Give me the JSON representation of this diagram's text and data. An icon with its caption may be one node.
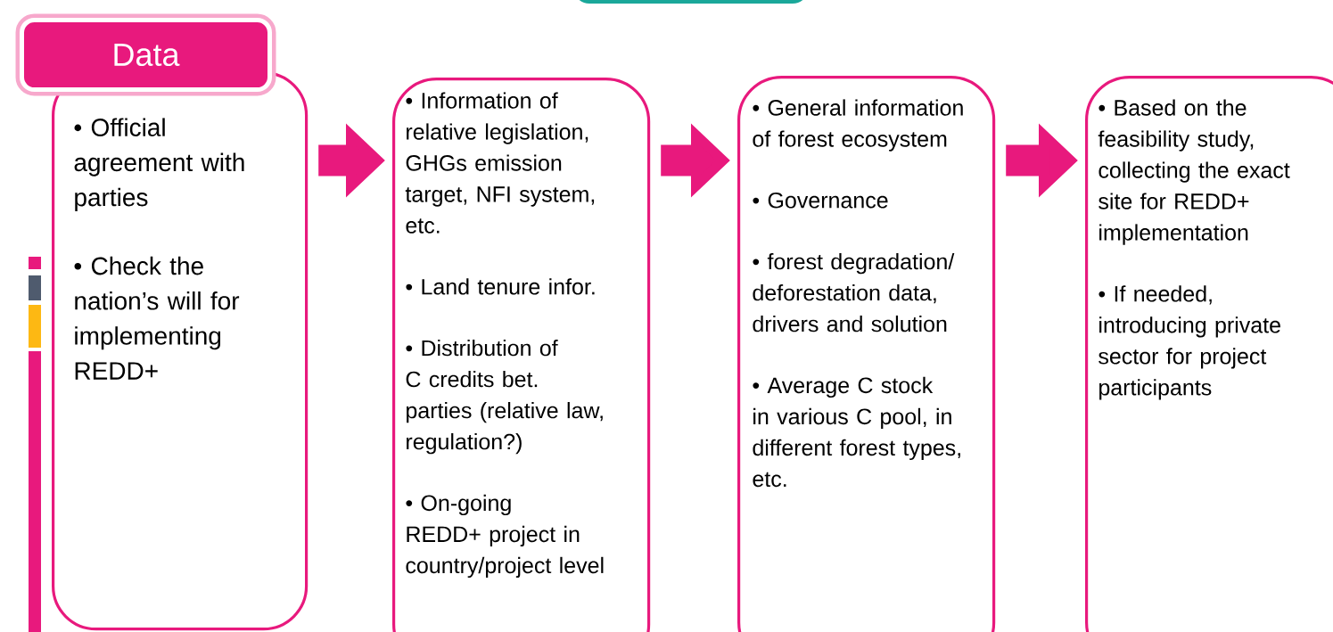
{
  "diagram": {
    "nodes": [
      {
        "text": [
          "Data"
        ]
      },
      {
        "text": [
          "• Official agreement with parties",
          "• Check the nation’s will for implementing REDD+"
        ]
      },
      {
        "text": [
          "• Information of relative legislation, GHGs emission target, NFI system, etc.",
          "• Land tenure infor.",
          "• Distribution of C credits bet. parties (relative law, regulation?)",
          "• On-going REDD+ project in country/project level"
        ]
      },
      {
        "text": [
          "• General information of forest ecosystem",
          "• Governance",
          "• forest degradation/ deforestation data, drivers and solution",
          "• Average C stock in various C pool, in different forest types, etc."
        ]
      },
      {
        "text": [
          "• Based on the feasibility study, collecting the exact site for REDD+ implementation",
          "• If needed, introducing private sector for project participants"
        ]
      }
    ],
    "edges": [
      {
        "from": 1,
        "to": 2,
        "arrow": "to"
      },
      {
        "from": 2,
        "to": 3,
        "arrow": "to"
      },
      {
        "from": 3,
        "to": 4,
        "arrow": "to"
      }
    ]
  }
}
